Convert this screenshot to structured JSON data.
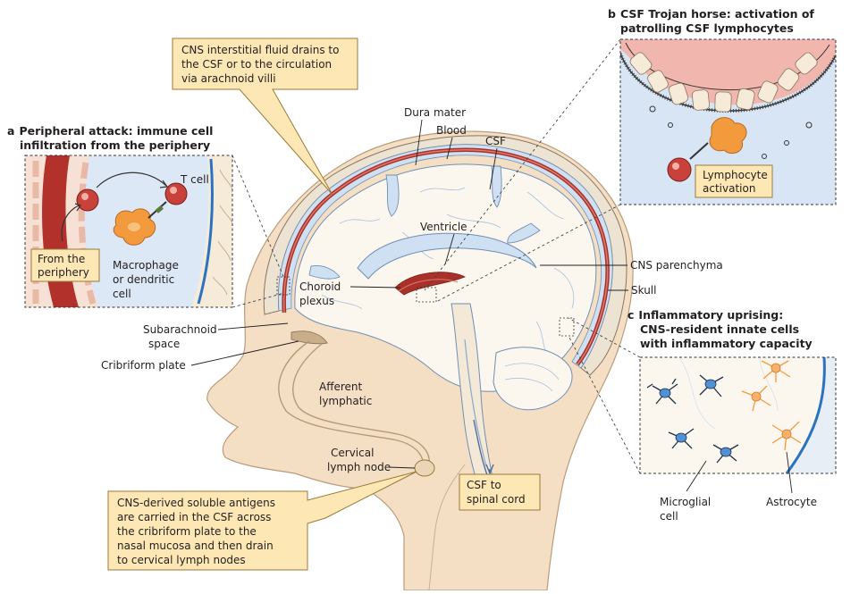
{
  "callouts": {
    "top": [
      "CNS interstitial fluid drains to",
      "the CSF or to the circulation",
      "via arachnoid villi"
    ],
    "bottom": [
      "CNS-derived soluble antigens",
      "are carried in the CSF across",
      "the cribriform plate to the",
      "nasal mucosa and then drain",
      "to cervical lymph nodes"
    ],
    "spinal": [
      "CSF to",
      "spinal cord"
    ]
  },
  "panels": {
    "a": {
      "letter": "a",
      "title": [
        "Peripheral attack: immune cell",
        "infiltration from the periphery"
      ],
      "t_cell": "T cell",
      "from_periphery": [
        "From the",
        "periphery"
      ],
      "macrophage": [
        "Macrophage",
        "or dendritic",
        "cell"
      ]
    },
    "b": {
      "letter": "b",
      "title": [
        "CSF Trojan horse: activation of",
        "patrolling CSF lymphocytes"
      ],
      "activation": [
        "Lymphocyte",
        "activation"
      ]
    },
    "c": {
      "letter": "c",
      "title": [
        "Inflammatory uprising:",
        "CNS-resident innate cells",
        "with inflammatory capacity"
      ],
      "microglial": [
        "Microglial",
        "cell"
      ],
      "astrocyte": "Astrocyte"
    }
  },
  "labels": {
    "dura": "Dura mater",
    "blood": "Blood",
    "csf": "CSF",
    "ventricle": "Ventricle",
    "parenchyma": "CNS parenchyma",
    "skull": "Skull",
    "choroid": [
      "Choroid",
      "plexus"
    ],
    "subarachnoid": [
      "Subarachnoid",
      "space"
    ],
    "cribriform": "Cribriform plate",
    "afferent": [
      "Afferent",
      "lymphatic"
    ],
    "cervical": [
      "Cervical",
      "lymph node"
    ]
  }
}
